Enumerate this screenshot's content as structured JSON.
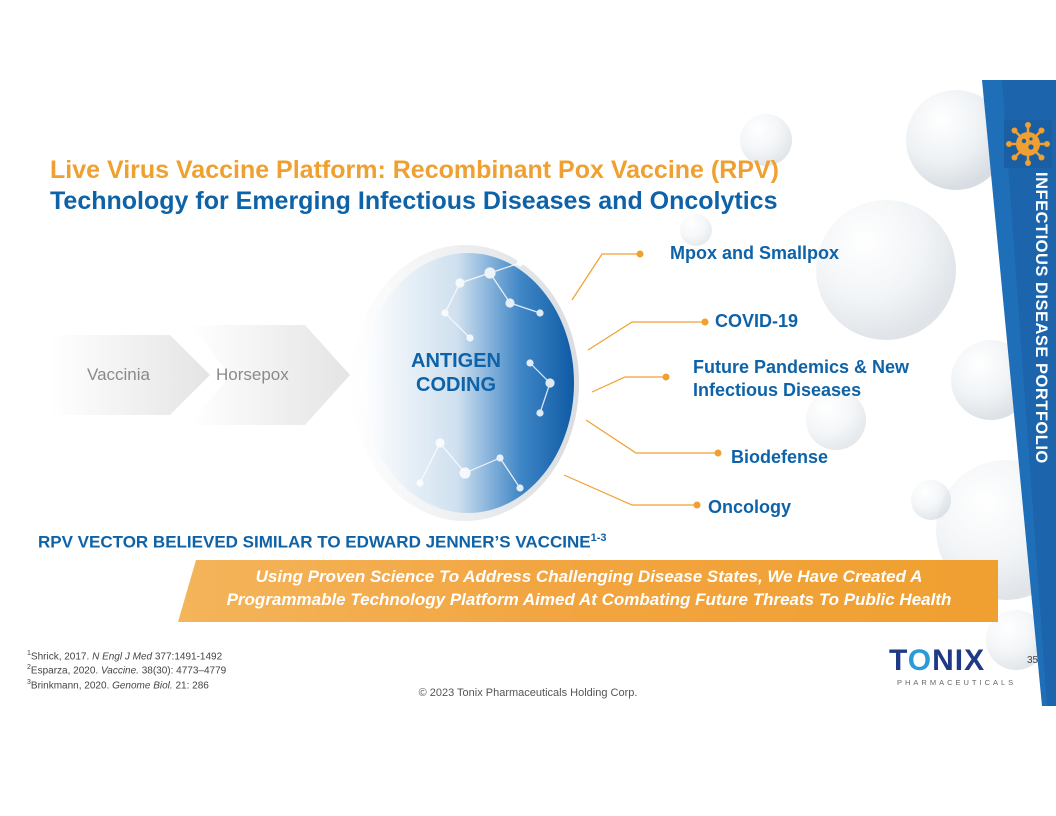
{
  "header": {
    "title_line1": "Live Virus Vaccine Platform: Recombinant Pox Vaccine (RPV)",
    "title_line2": "Technology for Emerging Infectious Diseases and Oncolytics"
  },
  "side_label": "INFECTIOUS DISEASE PORTFOLIO",
  "lineage": [
    "Vaccinia",
    "Horsepox"
  ],
  "center_label": [
    "ANTIGEN",
    "CODING"
  ],
  "targets": [
    "Mpox and Smallpox",
    "COVID-19",
    "Future Pandemics & New",
    "Infectious Diseases",
    "Biodefense",
    "Oncology"
  ],
  "rpv_statement": "RPV VECTOR BELIEVED SIMILAR TO EDWARD JENNER’S VACCINE",
  "rpv_sup": "1-3",
  "banner": {
    "line1": "Using Proven Science To Address Challenging Disease States, We Have Created A",
    "line2": "Programmable Technology Platform Aimed At Combating Future Threats To Public Health"
  },
  "references": [
    {
      "num": "1",
      "pre": "Shrick, 2017. ",
      "journal": "N Engl J Med",
      "post": " 377:1491-1492"
    },
    {
      "num": "2",
      "pre": "Esparza, 2020. ",
      "journal": "Vaccine.",
      "post": " 38(30): 4773–4779"
    },
    {
      "num": "3",
      "pre": "Brinkmann, 2020. ",
      "journal": "Genome Biol.",
      "post": " 21: 286"
    }
  ],
  "footer": {
    "copyright": "© 2023 Tonix Pharmaceuticals Holding Corp.",
    "page_number": "35"
  },
  "logo": {
    "word_left": "T",
    "word_o": "O",
    "word_right": "NIX",
    "subtitle": "PHARMACEUTICALS"
  },
  "colors": {
    "orange": "#F0A030",
    "blue": "#0E63A8",
    "navy": "#1E3A86"
  }
}
